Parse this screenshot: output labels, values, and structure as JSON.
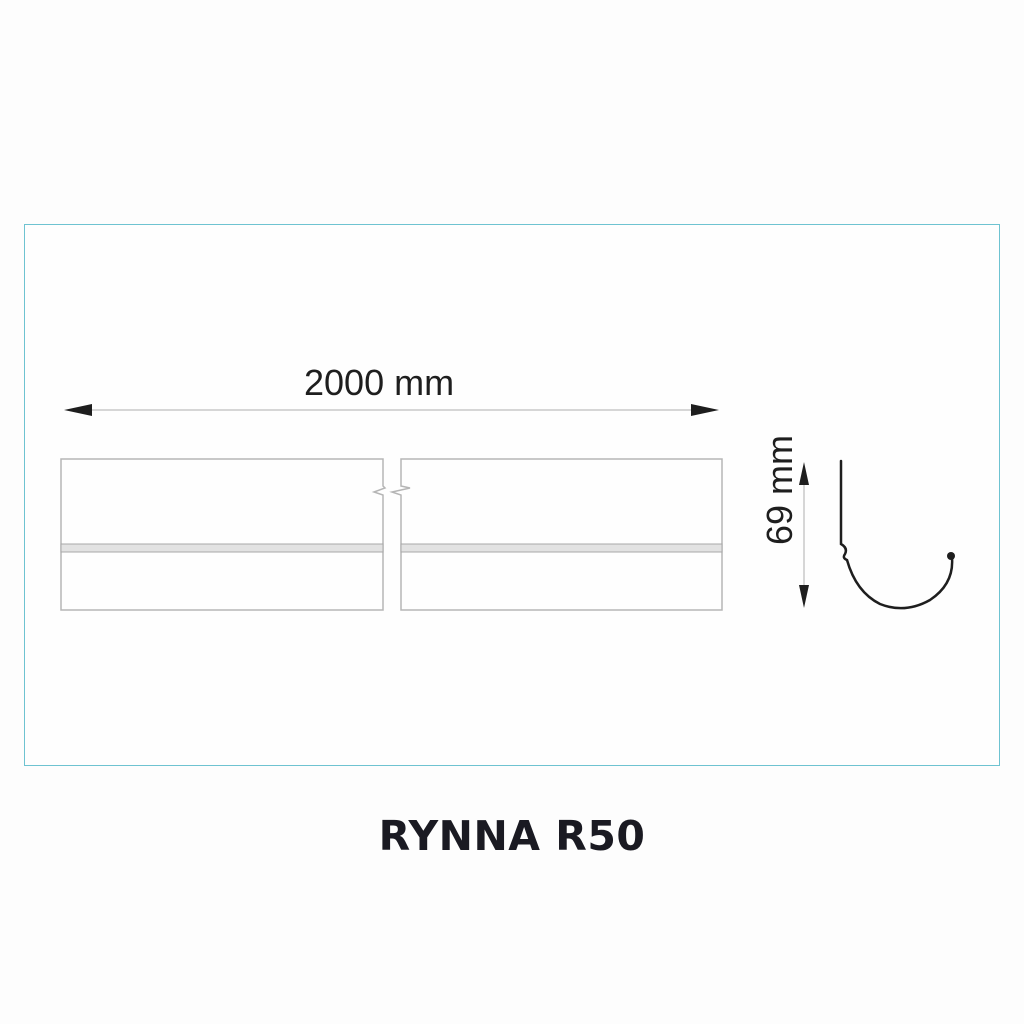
{
  "diagram": {
    "length_label": "2000 mm",
    "height_label": "69 mm",
    "title": "RYNNA R50",
    "colors": {
      "frame_border": "#6ec3d1",
      "line_dark": "#1e1e1e",
      "panel_outline": "#b5b5b5"
    }
  }
}
